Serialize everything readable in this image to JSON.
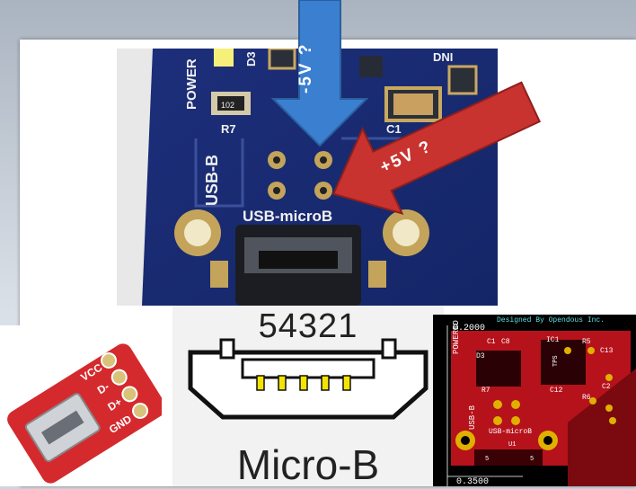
{
  "pcb_photo": {
    "silkscreen_power": "POWER",
    "silkscreen_d3": "D3",
    "silkscreen_dni": "DNI",
    "silkscreen_r7": "R7",
    "silkscreen_102": "102",
    "silkscreen_c1": "C1",
    "silkscreen_usbb": "USB-B",
    "silkscreen_usbmicrob": "USB-microB"
  },
  "arrows": {
    "blue_label": "-5V ?",
    "red_label": "+5V ?",
    "blue_color": "#3a7fd0",
    "red_color": "#c8322f"
  },
  "breakout": {
    "pins": [
      "VCC",
      "D-",
      "D+",
      "GND"
    ]
  },
  "connector": {
    "pin_numbers": "54321",
    "name": "Micro-B"
  },
  "layout": {
    "credit": "Designed By Opendous Inc.",
    "dim_top": "0.2000",
    "dim_bottom": "0.3500",
    "label_power": "POWERED",
    "label_d3": "D3",
    "label_r7": "R7",
    "label_c1": "C1",
    "label_c8": "C8",
    "label_ic1": "IC1",
    "label_r5": "R5",
    "label_c13": "C13",
    "label_tps": "TPS",
    "label_c12": "C12",
    "label_r6": "R6",
    "label_c2": "C2",
    "label_usbb": "USB-B",
    "label_usbmicrob": "USB-microB",
    "label_u1": "U1",
    "label_5a": "5",
    "label_5b": "5"
  }
}
